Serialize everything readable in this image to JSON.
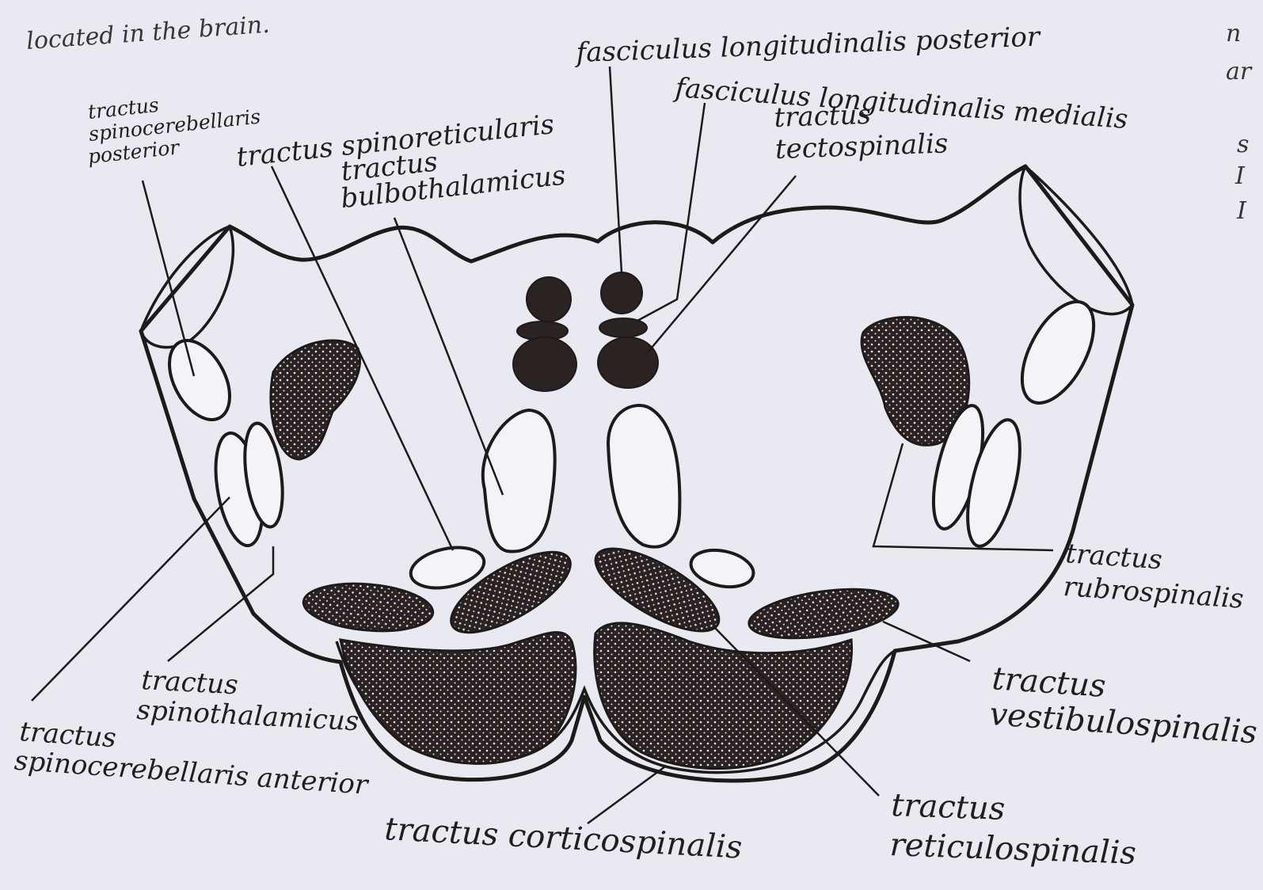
{
  "page_text": {
    "top_left": "located in the brain.",
    "right_margin": [
      "n",
      "ar",
      "s",
      "I",
      "I"
    ]
  },
  "labels": {
    "fasciculus_posterior": "fasciculus longitudinalis posterior",
    "fasciculus_medialis": "fasciculus longitudinalis medialis",
    "tectospinalis": [
      "tractus",
      "tectospinalis"
    ],
    "spinocerebellaris_posterior": [
      "tractus",
      "spinocerebellaris",
      "posterior"
    ],
    "spinoreticularis": "tractus spinoreticularis",
    "bulbothalamicus": [
      "tractus",
      "bulbothalamicus"
    ],
    "rubrospinalis": [
      "tractus",
      "rubrospinalis"
    ],
    "vestibulospinalis": [
      "tractus",
      "vestibulospinalis"
    ],
    "reticulospinalis": [
      "tractus",
      "reticulospinalis"
    ],
    "corticospinalis": "tractus corticospinalis",
    "spinothalamicus": [
      "tractus",
      "spinothalamicus"
    ],
    "spinocerebellaris_anterior": [
      "tractus",
      "spinocerebellaris anterior"
    ]
  }
}
